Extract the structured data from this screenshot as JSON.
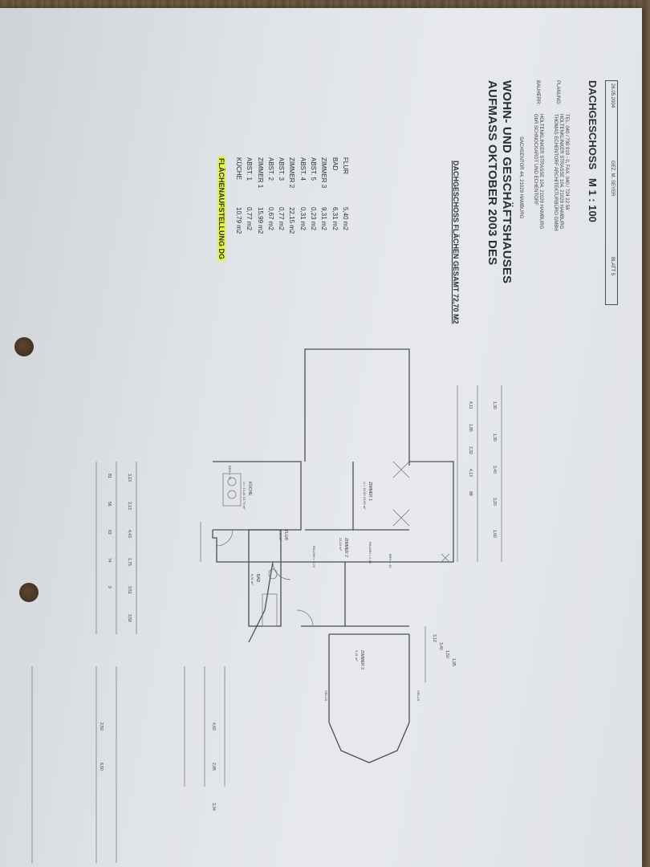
{
  "legend": {
    "heading": "FLÄCHENAUFSTELLUNG  DG",
    "rows": [
      {
        "name": "KÜCHE",
        "area": "10,79 m2"
      },
      {
        "name": "ABST. 1",
        "area": "0,77 m2"
      },
      {
        "name": "ZIMMER 1",
        "area": "15,99 m2"
      },
      {
        "name": "ABST. 2",
        "area": "0,67 m2"
      },
      {
        "name": "ABST. 3",
        "area": "0,77 m2"
      },
      {
        "name": "ZIMMER 2",
        "area": "22,15 m2"
      },
      {
        "name": "ABST. 4",
        "area": "0,31 m2"
      },
      {
        "name": "ABST. 5",
        "area": "0,23 m2"
      },
      {
        "name": "ZIMMER 3",
        "area": "9,31 m2"
      },
      {
        "name": "BAD",
        "area": "6,31 m2"
      },
      {
        "name": "FLUR",
        "area": "5,40 m2"
      }
    ],
    "total": "DACHGESCHOSS FLÄCHEN GESAMT   72,70 M2"
  },
  "title_block": {
    "title_line1": "AUFMASS OKTOBER 2003 DES",
    "title_line2": "WOHN- UND GESCHÄFTSHAUSES",
    "address": "SACHSENTOR 44, 21029 HAMBURG",
    "bauherr_label": "BAUHERR:",
    "bauherr_line1": "GbR SCHNOCKARDT UND ECHENTORF",
    "bauherr_line2": "HOLTENKLINKER STRASSE 104, 21029 HAMBURG",
    "planung_label": "PLANUNG:",
    "planung_line1": "THOMAS ECHENTORF ARCHITEKTURBÜRO GMBH",
    "planung_line2": "HOLTENKLINKER STRASSE 104, 21029 HAMBURG",
    "planung_line3": "TEL. 040 / 730 919 - 0,   FAX. 040 / 724 22 58",
    "sheet_name": "DACHGESCHOSS",
    "scale": "M   1 : 100",
    "date": "26.05.2004",
    "drawn_by": "GEZ. M. SEYER",
    "sheet_no": "BLATT 5"
  },
  "plan": {
    "rooms": [
      {
        "name": "KÜCHE",
        "detail": "U = 13,41  10,79 m²"
      },
      {
        "name": "ZIMMER 1",
        "detail": "U = 15,93  15,99 m²"
      },
      {
        "name": "ZIMMER 2",
        "detail": "22,15 m²"
      },
      {
        "name": "FLUR",
        "detail": "5,40 m²"
      },
      {
        "name": "BAD",
        "detail": "6,31 m²"
      },
      {
        "name": "ZIMMER 3",
        "detail": "9,31 m²"
      }
    ],
    "labels": [
      "VELUX",
      "VELUX",
      "RAUMH = 2,48",
      "RAUMH = 2,22",
      "BRH = 42",
      "BRH = 70"
    ],
    "dims_top": [
      "1,30",
      "1,30",
      "3,40",
      "3,20",
      "1,60"
    ],
    "dims_left": [
      "3,12",
      "3,40",
      "1,50",
      "1,95"
    ],
    "dims_bottom": [
      "3,13",
      "3,13",
      "4,43",
      "1,75",
      "3,51",
      "3,59",
      "81",
      "56",
      "63",
      "74",
      "9"
    ],
    "dims_right": [
      "4,11",
      "1,85",
      "2,32",
      "4,13",
      "88"
    ],
    "dims_far_left": [
      "4,60",
      "2,85",
      "3,34",
      "2,50",
      "6,50"
    ]
  }
}
